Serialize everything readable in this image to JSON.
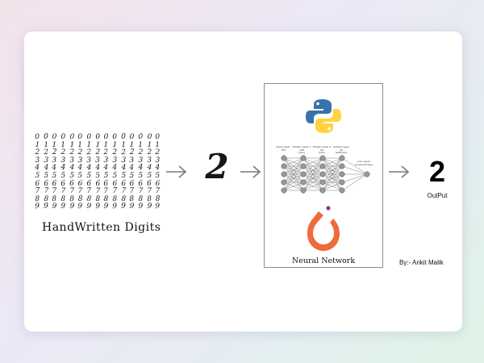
{
  "mnist_rows": [
    "000000000000000",
    "111111111111111",
    "222222222222222",
    "333333333333333",
    "444444444444444",
    "555555555555555",
    "666666666666666",
    "777777777777777",
    "888888888888888",
    "999999999999999"
  ],
  "labels": {
    "dataset": "HandWritten Digits",
    "sample_digit": "2",
    "network": "Neural Network",
    "output_digit": "2",
    "output": "OutPut",
    "credit": "By:- Ankit Malik"
  },
  "nn_layers": [
    {
      "label": "Input Layer\n784",
      "nodes": 5
    },
    {
      "label": "Hidden Layer 1\n128\n(relu)",
      "nodes": 5
    },
    {
      "label": "Hidden Layer 2\n64\n(relu)",
      "nodes": 5
    },
    {
      "label": "Output Layer\n10\n(softmax)",
      "nodes": 5
    },
    {
      "label": "Loss Layer\n(cross-entropy)",
      "nodes": 1
    }
  ],
  "colors": {
    "python_blue": "#3873a8",
    "python_yellow": "#ffd343",
    "flame_orange": "#ef6a3c",
    "flame_dot": "#8a3a8c",
    "arrow": "#7a7a7a"
  },
  "icons": {
    "python": "python-logo-icon",
    "framework": "flame-logo-icon",
    "arrow": "arrow-right-icon"
  }
}
